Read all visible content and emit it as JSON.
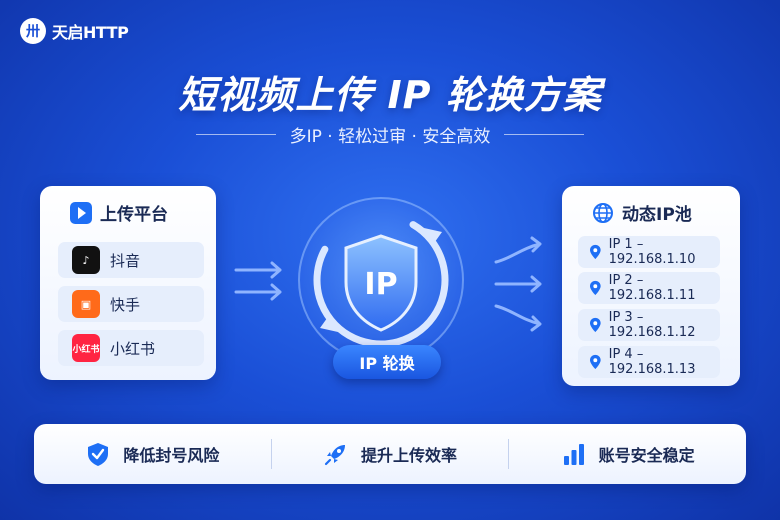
{
  "brand": {
    "logo_glyph": "卅",
    "name": "天启HTTP"
  },
  "title": "短视频上传  IP 轮换方案",
  "subtitle": "多IP · 轻松过审 · 安全高效",
  "left_panel": {
    "title": "上传平台",
    "platforms": [
      {
        "name": "抖音",
        "icon": "douyin-icon",
        "glyph": "♪"
      },
      {
        "name": "快手",
        "icon": "kuaishou-icon",
        "glyph": "▣"
      },
      {
        "name": "小红书",
        "icon": "xiaohongshu-icon",
        "glyph": "小红书"
      }
    ]
  },
  "center": {
    "shield_text": "IP",
    "badge": "IP 轮换"
  },
  "right_panel": {
    "title": "动态IP池",
    "ips": [
      "IP 1 – 192.168.1.10",
      "IP 2 – 192.168.1.11",
      "IP 3 – 192.168.1.12",
      "IP 4 – 192.168.1.13"
    ]
  },
  "features": [
    {
      "label": "降低封号风险",
      "icon": "shield-check-icon"
    },
    {
      "label": "提升上传效率",
      "icon": "rocket-icon"
    },
    {
      "label": "账号安全稳定",
      "icon": "bar-chart-icon"
    }
  ],
  "colors": {
    "background": "#1a4fd6",
    "accent": "#1e6ff5",
    "text_dark": "#1a2a55"
  }
}
